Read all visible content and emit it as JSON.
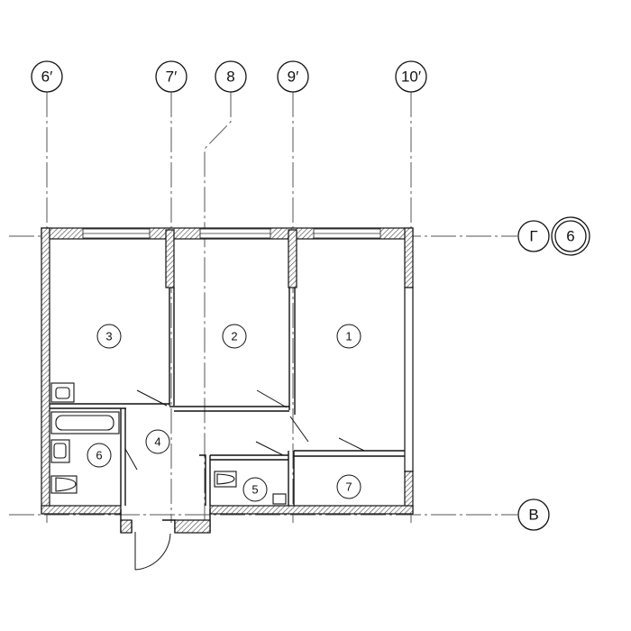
{
  "grid_axes": {
    "vertical": [
      "6′",
      "7′",
      "8",
      "9′",
      "10′"
    ],
    "horizontal": [
      "Г",
      "В"
    ]
  },
  "section_mark": "6",
  "rooms": [
    "1",
    "2",
    "3",
    "4",
    "5",
    "6",
    "7"
  ]
}
